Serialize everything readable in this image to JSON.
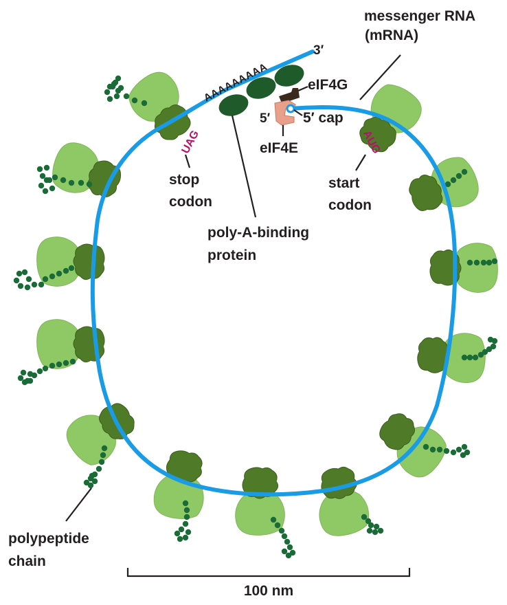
{
  "labels": {
    "messenger_rna": "messenger RNA",
    "mrna": "(mRNA)",
    "three_prime": "3′",
    "five_prime": "5′",
    "five_prime_cap": "5′ cap",
    "poly_a": "AAAAAAAAA",
    "eif4g": "eIF4G",
    "eif4e": "eIF4E",
    "stop_codon_seq": "UAG",
    "stop_codon_line1": "stop",
    "stop_codon_line2": "codon",
    "start_codon_seq": "AUG",
    "start_codon_line1": "start",
    "start_codon_line2": "codon",
    "pabp_line1": "poly-A-binding",
    "pabp_line2": "protein",
    "polypeptide_line1": "polypeptide",
    "polypeptide_line2": "chain",
    "scale": "100 nm"
  },
  "colors": {
    "mrna": "#1a9be6",
    "ribosome_small": "#4f7a27",
    "ribosome_small_dark": "#3c5e1c",
    "ribosome_large": "#8fc965",
    "ribosome_large_light": "#a4d47c",
    "polypeptide": "#1a6b37",
    "pabp": "#1f5a2a",
    "eif4e": "#e8a08b",
    "eif4g": "#3b2a1e",
    "codon": "#b5136b",
    "text": "#231f20"
  },
  "icons": {
    "ribosome": "ribosome-icon",
    "pabp": "poly-a-binding-protein-icon",
    "polypeptide": "polypeptide-chain-icon"
  }
}
